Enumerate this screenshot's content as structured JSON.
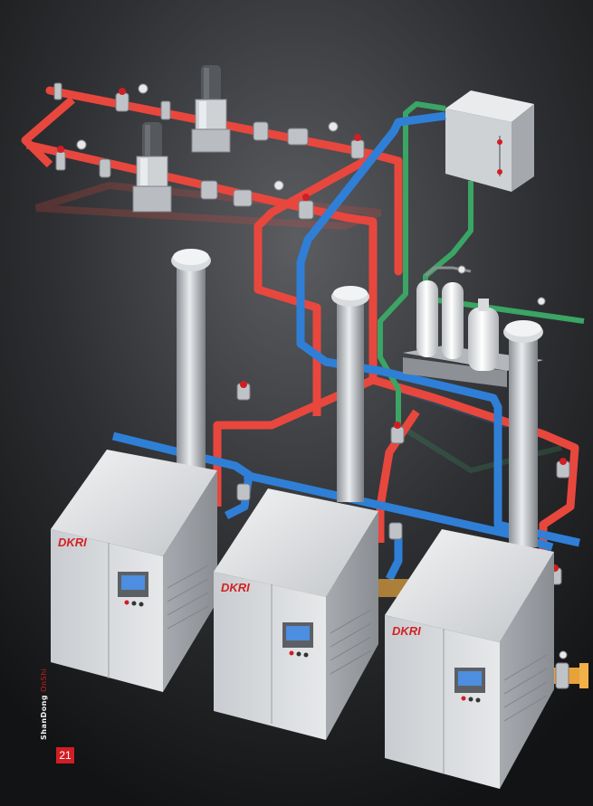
{
  "page": {
    "page_number": "21",
    "side_brand_primary": "ShanDong",
    "side_brand_secondary": "OnShi"
  },
  "units": [
    {
      "logo": "DKRI"
    },
    {
      "logo": "DKRI"
    },
    {
      "logo": "DKRI"
    }
  ],
  "colors": {
    "background": "#1b1c1e",
    "hot_pipe": "#e8473e",
    "cold_pipe": "#2f7fd6",
    "gas_pipe": "#3aa564",
    "steel": "#cfd2d5",
    "accent_red": "#d01e24",
    "gas_line": "#e7a23a"
  }
}
